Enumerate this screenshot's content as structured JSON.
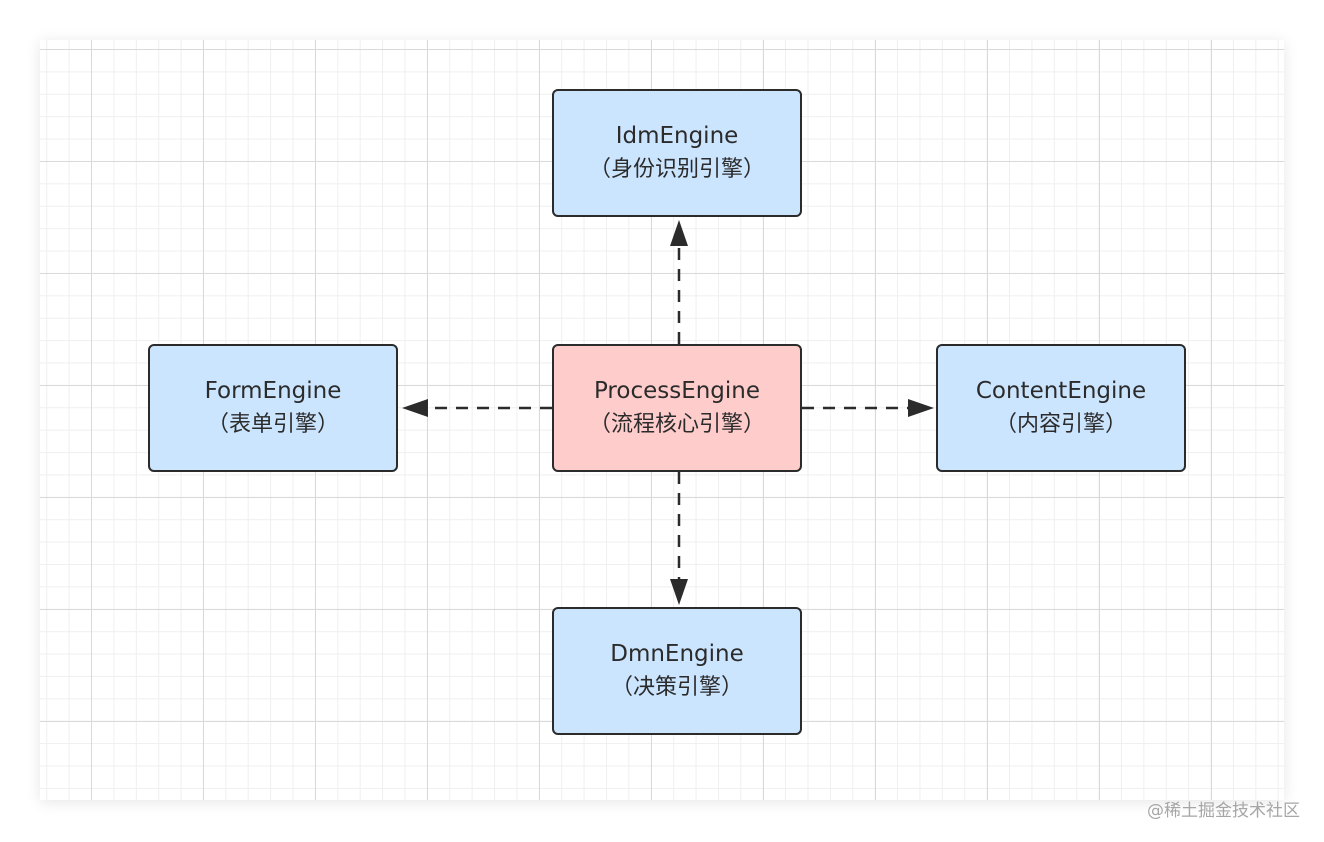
{
  "diagram": {
    "nodes": [
      {
        "id": "idm",
        "title": "IdmEngine",
        "subtitle": "（身份识别引擎）",
        "fill": "#cce5ff"
      },
      {
        "id": "form",
        "title": "FormEngine",
        "subtitle": "（表单引擎）",
        "fill": "#cce5ff"
      },
      {
        "id": "process",
        "title": "ProcessEngine",
        "subtitle": "（流程核心引擎）",
        "fill": "#ffcccc"
      },
      {
        "id": "content",
        "title": "ContentEngine",
        "subtitle": "（内容引擎）",
        "fill": "#cce5ff"
      },
      {
        "id": "dmn",
        "title": "DmnEngine",
        "subtitle": "（决策引擎）",
        "fill": "#cce5ff"
      }
    ],
    "edges": [
      {
        "from": "process",
        "to": "idm",
        "style": "dashed"
      },
      {
        "from": "process",
        "to": "form",
        "style": "dashed"
      },
      {
        "from": "process",
        "to": "content",
        "style": "dashed"
      },
      {
        "from": "process",
        "to": "dmn",
        "style": "dashed"
      }
    ],
    "colors": {
      "engine_fill": "#cce5ff",
      "core_fill": "#ffcccc",
      "stroke": "#2b2b2b",
      "grid_major": "#d9d9d9",
      "grid_minor": "#efefef"
    }
  },
  "watermark": "@稀土掘金技术社区"
}
